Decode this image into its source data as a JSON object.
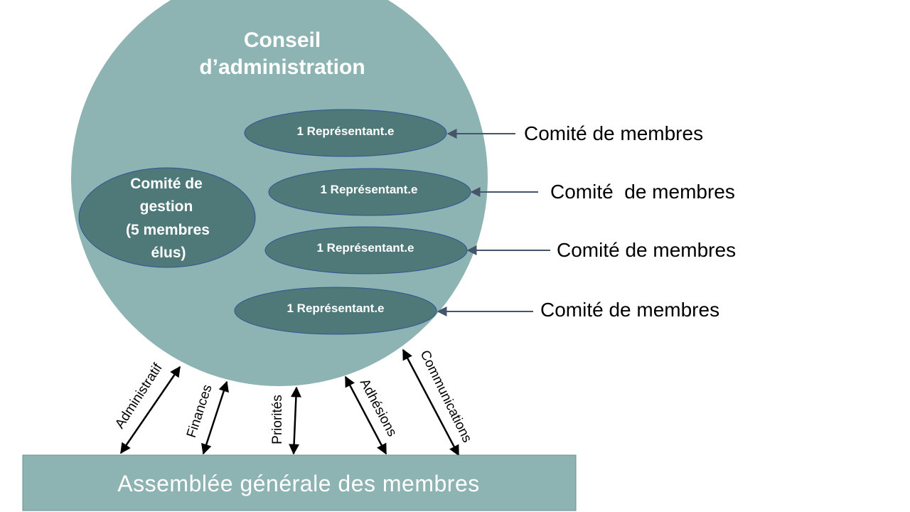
{
  "board": {
    "title_line1": "Conseil",
    "title_line2": "d’administration",
    "color_fill": "#8DB3B2"
  },
  "management_committee": {
    "line1": "Comité de",
    "line2": "gestion",
    "line3": "(5 membres",
    "line4": "élus)",
    "color_fill": "#4F7878"
  },
  "representatives": [
    {
      "label": "1 Représentant.e"
    },
    {
      "label": "1 Représentant.e"
    },
    {
      "label": "1 Représentant.e"
    },
    {
      "label": "1 Représentant.e"
    }
  ],
  "member_committees": [
    {
      "label": "Comité de membres"
    },
    {
      "label": "Comité  de membres"
    },
    {
      "label": "Comité de membres"
    },
    {
      "label": "Comité de membres"
    }
  ],
  "flows": [
    {
      "label": "Administratif"
    },
    {
      "label": "Finances"
    },
    {
      "label": "Priorités"
    },
    {
      "label": "Adhésions"
    },
    {
      "label": "Communications"
    }
  ],
  "assembly": {
    "label": "Assemblée générale des membres",
    "color_fill": "#8DB3B2"
  },
  "colors": {
    "ellipse_stroke": "#2F5597",
    "arrow_committee": "#44546A",
    "arrow_flow": "#000000"
  }
}
